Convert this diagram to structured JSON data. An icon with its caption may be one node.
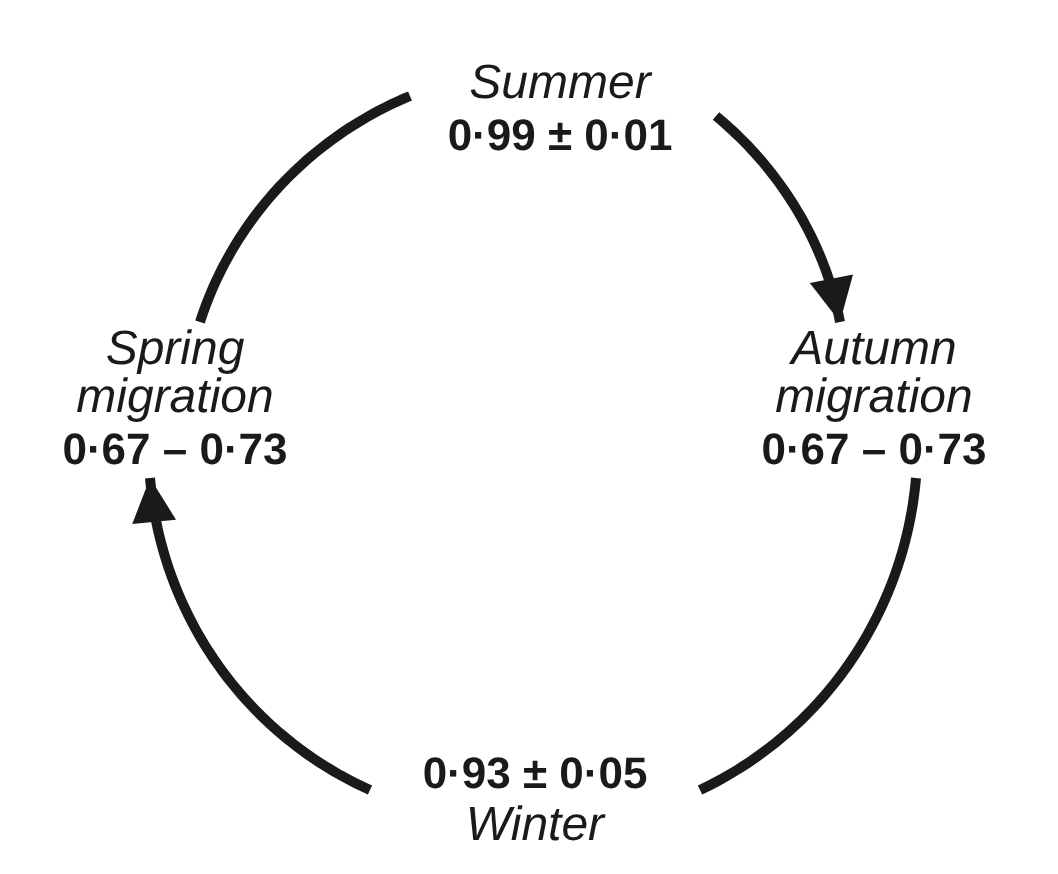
{
  "diagram": {
    "nodes": [
      {
        "text": [
          "Summer",
          "0·99 ± 0·01"
        ]
      },
      {
        "text": [
          "Autumn migration",
          "0·67 – 0·73"
        ]
      },
      {
        "text": [
          "0·93 ± 0·05",
          "Winter"
        ]
      },
      {
        "text": [
          "Spring migration",
          "0·67 – 0·73"
        ]
      }
    ],
    "edges": [
      {
        "from": 0,
        "to": 1,
        "arrow": "to"
      },
      {
        "from": 1,
        "to": 2,
        "arrow": "none"
      },
      {
        "from": 2,
        "to": 3,
        "arrow": "to"
      },
      {
        "from": 3,
        "to": 0,
        "arrow": "none"
      }
    ]
  }
}
